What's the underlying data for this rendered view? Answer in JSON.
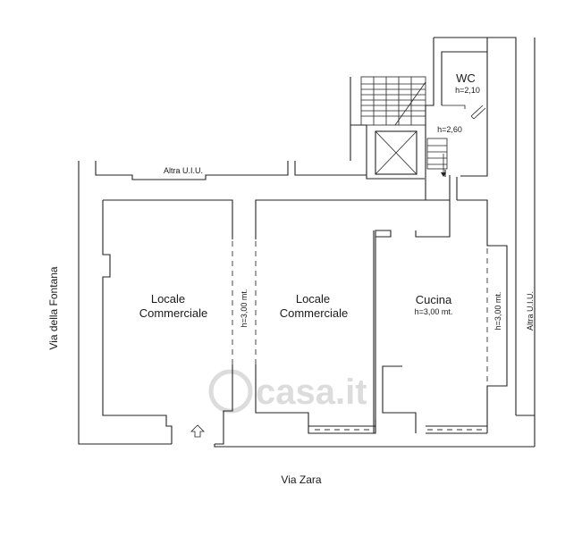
{
  "rooms": {
    "locale1_line1": "Locale",
    "locale1_line2": "Commerciale",
    "locale2_line1": "Locale",
    "locale2_line2": "Commerciale",
    "cucina_name": "Cucina",
    "cucina_height": "h=3,00 mt.",
    "wc_name": "WC",
    "wc_height": "h=2,10",
    "stair_height": "h=2,60"
  },
  "labels": {
    "altra_top": "Altra U.I.U.",
    "altra_right": "Altra U.I.U.",
    "height_left": "h=3,00 mt.",
    "height_right": "h=3,00 mt."
  },
  "streets": {
    "left": "Via della Fontana",
    "bottom": "Via Zara"
  },
  "watermark": {
    "text": "casa.it"
  }
}
